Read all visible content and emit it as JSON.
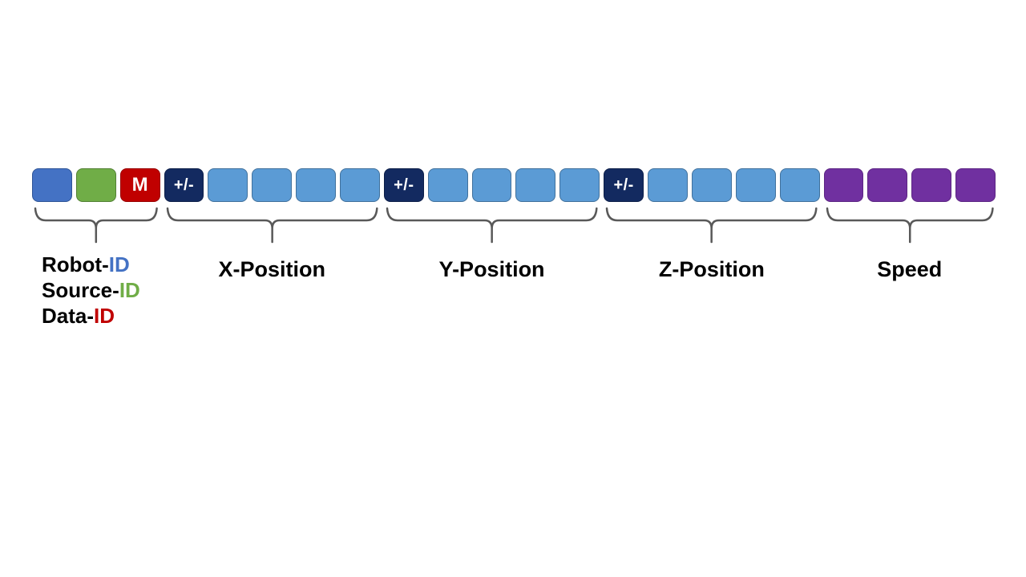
{
  "figure": {
    "background": "#ffffff",
    "brace_color": "#595959",
    "text_color": "#000000",
    "packet_row": {
      "groups": [
        {
          "id": "identifiers",
          "label_style": "multiline-left",
          "label_lines": [
            {
              "text": "Robot-",
              "id_text": "ID",
              "id_color": "#4472C4"
            },
            {
              "text": "Source-",
              "id_text": "ID",
              "id_color": "#70AD47"
            },
            {
              "text": "Data-",
              "id_text": "ID",
              "id_color": "#C00000"
            }
          ],
          "blocks": [
            {
              "name": "robot-id-block",
              "text": "",
              "fill": "#4472C4",
              "border": "#2F5597"
            },
            {
              "name": "source-id-block",
              "text": "",
              "fill": "#70AD47",
              "border": "#538135"
            },
            {
              "name": "data-id-block",
              "text": "M",
              "fill": "#C00000",
              "border": "#990000"
            }
          ]
        },
        {
          "id": "x-position",
          "label": "X-Position",
          "blocks": [
            {
              "name": "x-sign-block",
              "text": "+/-",
              "fill": "#132A60",
              "border": "#0D1F49"
            },
            {
              "name": "x-data-block",
              "text": "",
              "fill": "#5B9BD5",
              "border": "#41719C"
            },
            {
              "name": "x-data-block",
              "text": "",
              "fill": "#5B9BD5",
              "border": "#41719C"
            },
            {
              "name": "x-data-block",
              "text": "",
              "fill": "#5B9BD5",
              "border": "#41719C"
            },
            {
              "name": "x-data-block",
              "text": "",
              "fill": "#5B9BD5",
              "border": "#41719C"
            }
          ]
        },
        {
          "id": "y-position",
          "label": "Y-Position",
          "blocks": [
            {
              "name": "y-sign-block",
              "text": "+/-",
              "fill": "#132A60",
              "border": "#0D1F49"
            },
            {
              "name": "y-data-block",
              "text": "",
              "fill": "#5B9BD5",
              "border": "#41719C"
            },
            {
              "name": "y-data-block",
              "text": "",
              "fill": "#5B9BD5",
              "border": "#41719C"
            },
            {
              "name": "y-data-block",
              "text": "",
              "fill": "#5B9BD5",
              "border": "#41719C"
            },
            {
              "name": "y-data-block",
              "text": "",
              "fill": "#5B9BD5",
              "border": "#41719C"
            }
          ]
        },
        {
          "id": "z-position",
          "label": "Z-Position",
          "blocks": [
            {
              "name": "z-sign-block",
              "text": "+/-",
              "fill": "#132A60",
              "border": "#0D1F49"
            },
            {
              "name": "z-data-block",
              "text": "",
              "fill": "#5B9BD5",
              "border": "#41719C"
            },
            {
              "name": "z-data-block",
              "text": "",
              "fill": "#5B9BD5",
              "border": "#41719C"
            },
            {
              "name": "z-data-block",
              "text": "",
              "fill": "#5B9BD5",
              "border": "#41719C"
            },
            {
              "name": "z-data-block",
              "text": "",
              "fill": "#5B9BD5",
              "border": "#41719C"
            }
          ]
        },
        {
          "id": "speed",
          "label": "Speed",
          "blocks": [
            {
              "name": "speed-block",
              "text": "",
              "fill": "#7030A0",
              "border": "#5D2684"
            },
            {
              "name": "speed-block",
              "text": "",
              "fill": "#7030A0",
              "border": "#5D2684"
            },
            {
              "name": "speed-block",
              "text": "",
              "fill": "#7030A0",
              "border": "#5D2684"
            },
            {
              "name": "speed-block",
              "text": "",
              "fill": "#7030A0",
              "border": "#5D2684"
            }
          ]
        }
      ]
    }
  }
}
